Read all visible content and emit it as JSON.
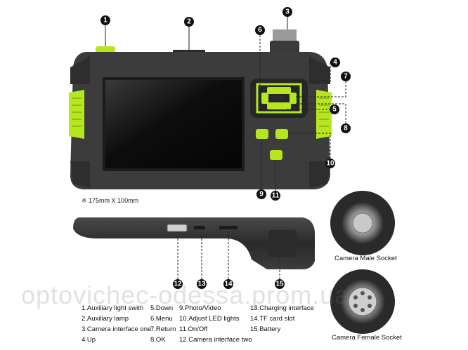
{
  "dimension_note": "※ 175mm X 100mm",
  "callouts": [
    "1",
    "2",
    "3",
    "4",
    "5",
    "6",
    "7",
    "8",
    "9",
    "10",
    "11",
    "12",
    "13",
    "14",
    "15"
  ],
  "legend": {
    "col1": [
      "1.Auxiliary light swith",
      "2.Auxiliary lamp",
      "3.Camera interface one",
      "4.Up"
    ],
    "col2": [
      "5.Down",
      "6.Menu",
      "7.Return",
      "8.OK"
    ],
    "col3": [
      "9.Photo/Video",
      "10.Adjust LED lights",
      "11.On/Off",
      "12.Camera interface two"
    ],
    "col4": [
      "13.Charging interface",
      "14.TF card slot",
      "15.Battery"
    ]
  },
  "captions": {
    "male": "Camera Male Socket",
    "female": "Camera Female Socket"
  },
  "watermark": "optovichec-odessa.prom.ua",
  "colors": {
    "accent": "#b6e61e",
    "body": "#3a3a3a",
    "screen": "#111111"
  }
}
